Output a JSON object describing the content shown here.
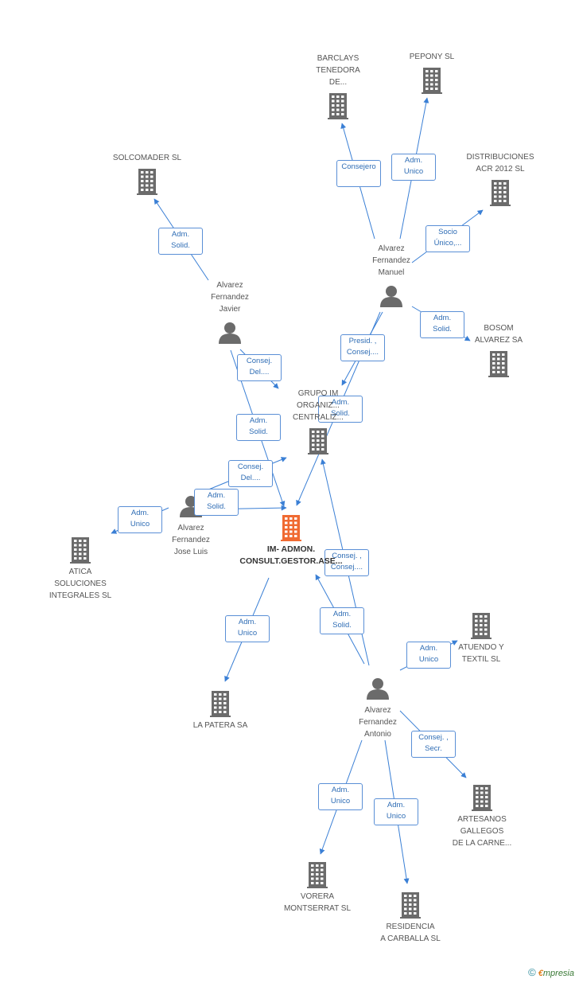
{
  "colors": {
    "edge": "#3a7fd5",
    "node": "#6b6b6b",
    "focus": "#f06a32"
  },
  "nodes": [
    {
      "id": "barclays",
      "type": "company",
      "label": "BARCLAYS\nTENEDORA\nDE..."
    },
    {
      "id": "pepony",
      "type": "company",
      "label": "PEPONY SL"
    },
    {
      "id": "solcomader",
      "type": "company",
      "label": "SOLCOMADER SL"
    },
    {
      "id": "distribuciones",
      "type": "company",
      "label": "DISTRIBUCIONES\nACR 2012 SL"
    },
    {
      "id": "manuel",
      "type": "person",
      "label": "Alvarez\nFernandez\nManuel"
    },
    {
      "id": "javier",
      "type": "person",
      "label": "Alvarez\nFernandez\nJavier"
    },
    {
      "id": "bosom",
      "type": "company",
      "label": "BOSOM\nALVAREZ SA"
    },
    {
      "id": "grupo",
      "type": "company",
      "label": "GRUPO IM\nORGANIZ...\nCENTRALIZ..."
    },
    {
      "id": "joseluis",
      "type": "person",
      "label": "Alvarez\nFernandez\nJose Luis"
    },
    {
      "id": "im",
      "type": "focus",
      "label": "IM- ADMON.\nCONSULT.GESTOR.ASE..."
    },
    {
      "id": "atica",
      "type": "company",
      "label": "ATICA\nSOLUCIONES\nINTEGRALES SL"
    },
    {
      "id": "atuendo",
      "type": "company",
      "label": "ATUENDO Y\nTEXTIL  SL"
    },
    {
      "id": "patera",
      "type": "company",
      "label": "LA PATERA SA"
    },
    {
      "id": "antonio",
      "type": "person",
      "label": "Alvarez\nFernandez\nAntonio"
    },
    {
      "id": "artesanos",
      "type": "company",
      "label": "ARTESANOS\nGALLEGOS\nDE LA CARNE..."
    },
    {
      "id": "vorera",
      "type": "company",
      "label": "VORERA\nMONTSERRAT SL"
    },
    {
      "id": "residencia",
      "type": "company",
      "label": "RESIDENCIA\nA CARBALLA SL"
    }
  ],
  "edges": [
    {
      "from": "manuel",
      "to": "barclays",
      "label": "Consejero"
    },
    {
      "from": "manuel",
      "to": "pepony",
      "label": "Adm.\nUnico"
    },
    {
      "from": "manuel",
      "to": "distribuciones",
      "label": "Socio\nÚnico,..."
    },
    {
      "from": "manuel",
      "to": "bosom",
      "label": "Adm.\nSolid."
    },
    {
      "from": "manuel",
      "to": "grupo",
      "label": "Presid. ,\nConsej...."
    },
    {
      "from": "manuel",
      "to": "im",
      "label": "Adm.\nSolid."
    },
    {
      "from": "javier",
      "to": "solcomader",
      "label": "Adm.\nSolid."
    },
    {
      "from": "javier",
      "to": "grupo",
      "label": "Consej.\nDel...."
    },
    {
      "from": "javier",
      "to": "im",
      "label": "Adm.\nSolid."
    },
    {
      "from": "joseluis",
      "to": "grupo",
      "label": "Consej.\nDel...."
    },
    {
      "from": "joseluis",
      "to": "im",
      "label": "Adm.\nSolid."
    },
    {
      "from": "joseluis",
      "to": "atica",
      "label": "Adm.\nUnico"
    },
    {
      "from": "im",
      "to": "patera",
      "label": "Adm.\nUnico"
    },
    {
      "from": "antonio",
      "to": "grupo",
      "label": "Consej. ,\nConsej...."
    },
    {
      "from": "antonio",
      "to": "im",
      "label": "Adm.\nSolid."
    },
    {
      "from": "antonio",
      "to": "atuendo",
      "label": "Adm.\nUnico"
    },
    {
      "from": "antonio",
      "to": "artesanos",
      "label": "Consej. ,\nSecr."
    },
    {
      "from": "antonio",
      "to": "vorera",
      "label": "Adm.\nUnico"
    },
    {
      "from": "antonio",
      "to": "residencia",
      "label": "Adm.\nUnico"
    }
  ],
  "footer": {
    "copyright": "©",
    "brand_e": "€",
    "brand_rest": "mpresia"
  }
}
